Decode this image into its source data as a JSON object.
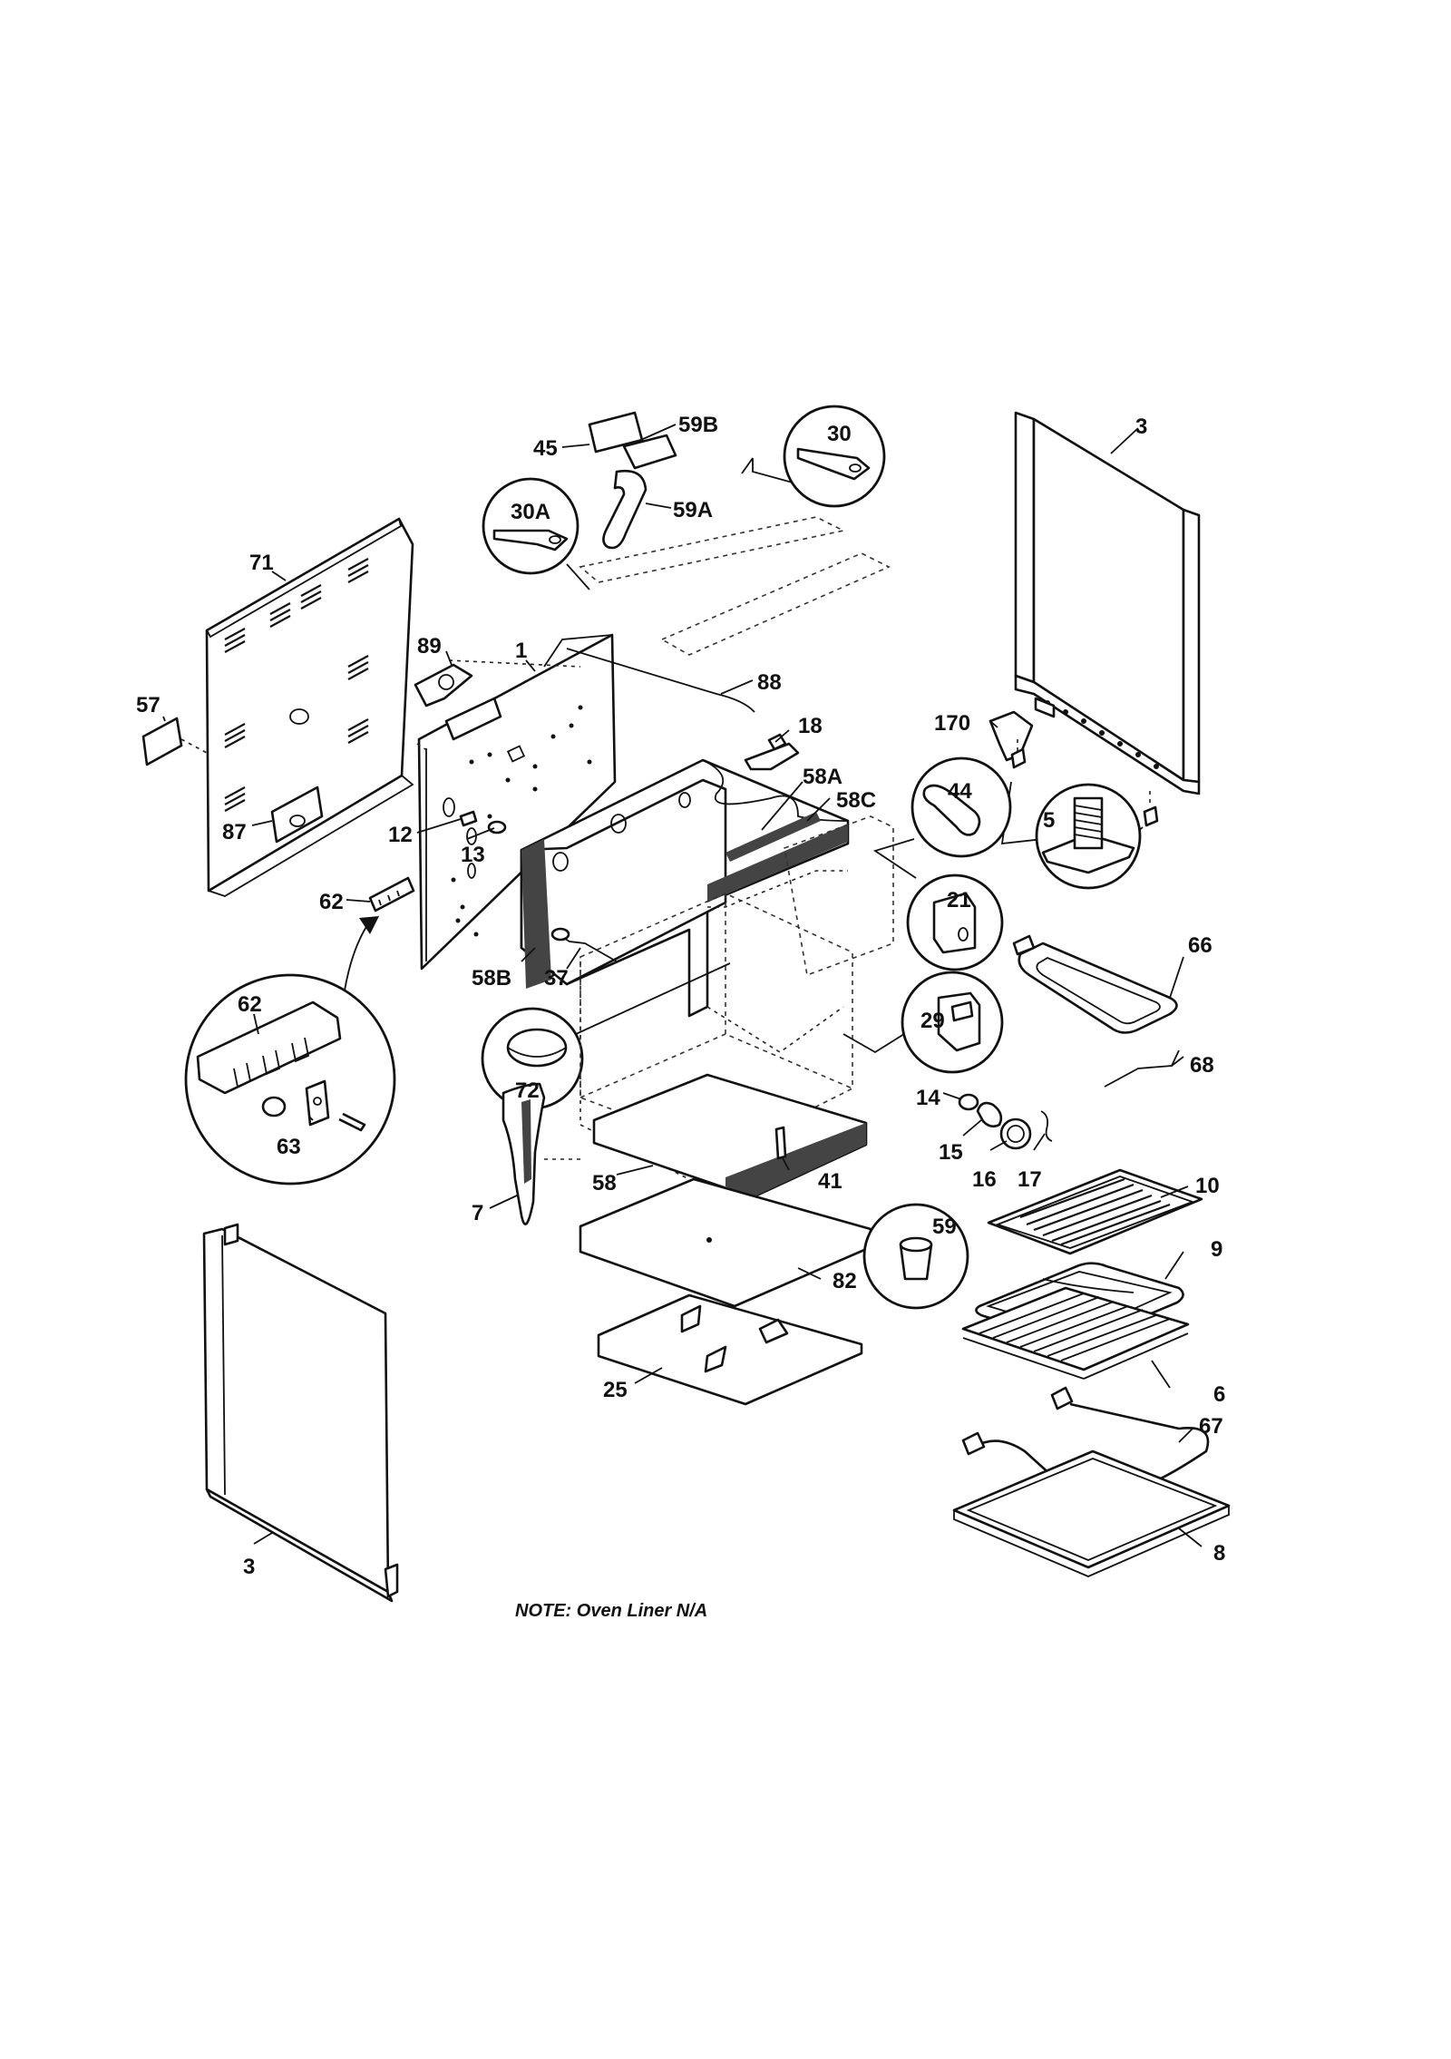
{
  "note": "NOTE:  Oven Liner N/A",
  "parts": {
    "p1": "1",
    "p3_top": "3",
    "p3_bottom": "3",
    "p5": "5",
    "p6": "6",
    "p7": "7",
    "p8": "8",
    "p9": "9",
    "p10": "10",
    "p12": "12",
    "p13": "13",
    "p14": "14",
    "p15": "15",
    "p16": "16",
    "p17": "17",
    "p18": "18",
    "p21": "21",
    "p25": "25",
    "p29": "29",
    "p30": "30",
    "p30A": "30A",
    "p37": "37",
    "p41": "41",
    "p44": "44",
    "p45": "45",
    "p57": "57",
    "p58": "58",
    "p58A": "58A",
    "p58B": "58B",
    "p58C": "58C",
    "p59": "59",
    "p59A": "59A",
    "p59B": "59B",
    "p62_outer": "62",
    "p62_inner": "62",
    "p63": "63",
    "p66": "66",
    "p67": "67",
    "p68": "68",
    "p71": "71",
    "p72": "72",
    "p82": "82",
    "p87": "87",
    "p88": "88",
    "p89": "89",
    "p170": "170"
  }
}
